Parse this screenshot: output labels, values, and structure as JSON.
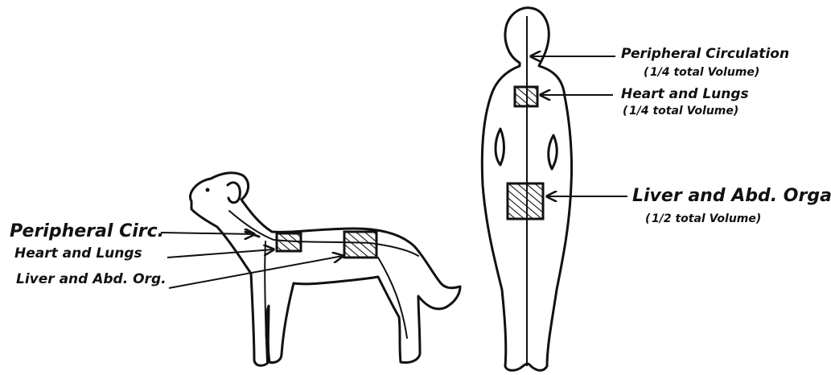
{
  "dog_labels": {
    "peripheral": "Peripheral Circ.",
    "heart_lungs": "Heart and Lungs",
    "liver": "Liver and Abd. Org."
  },
  "human_labels": {
    "peripheral_title": "Peripheral Circulation",
    "peripheral_fraction": "1/4 total Volume)",
    "peripheral_fraction_open": "(",
    "heart_title": "Heart and Lungs",
    "heart_fraction": "1/4 total Volume)",
    "heart_fraction_open": "(",
    "liver_title": "Liver and Abd. Organs",
    "liver_fraction": "1/2 total Volume)",
    "liver_fraction_open": "("
  }
}
